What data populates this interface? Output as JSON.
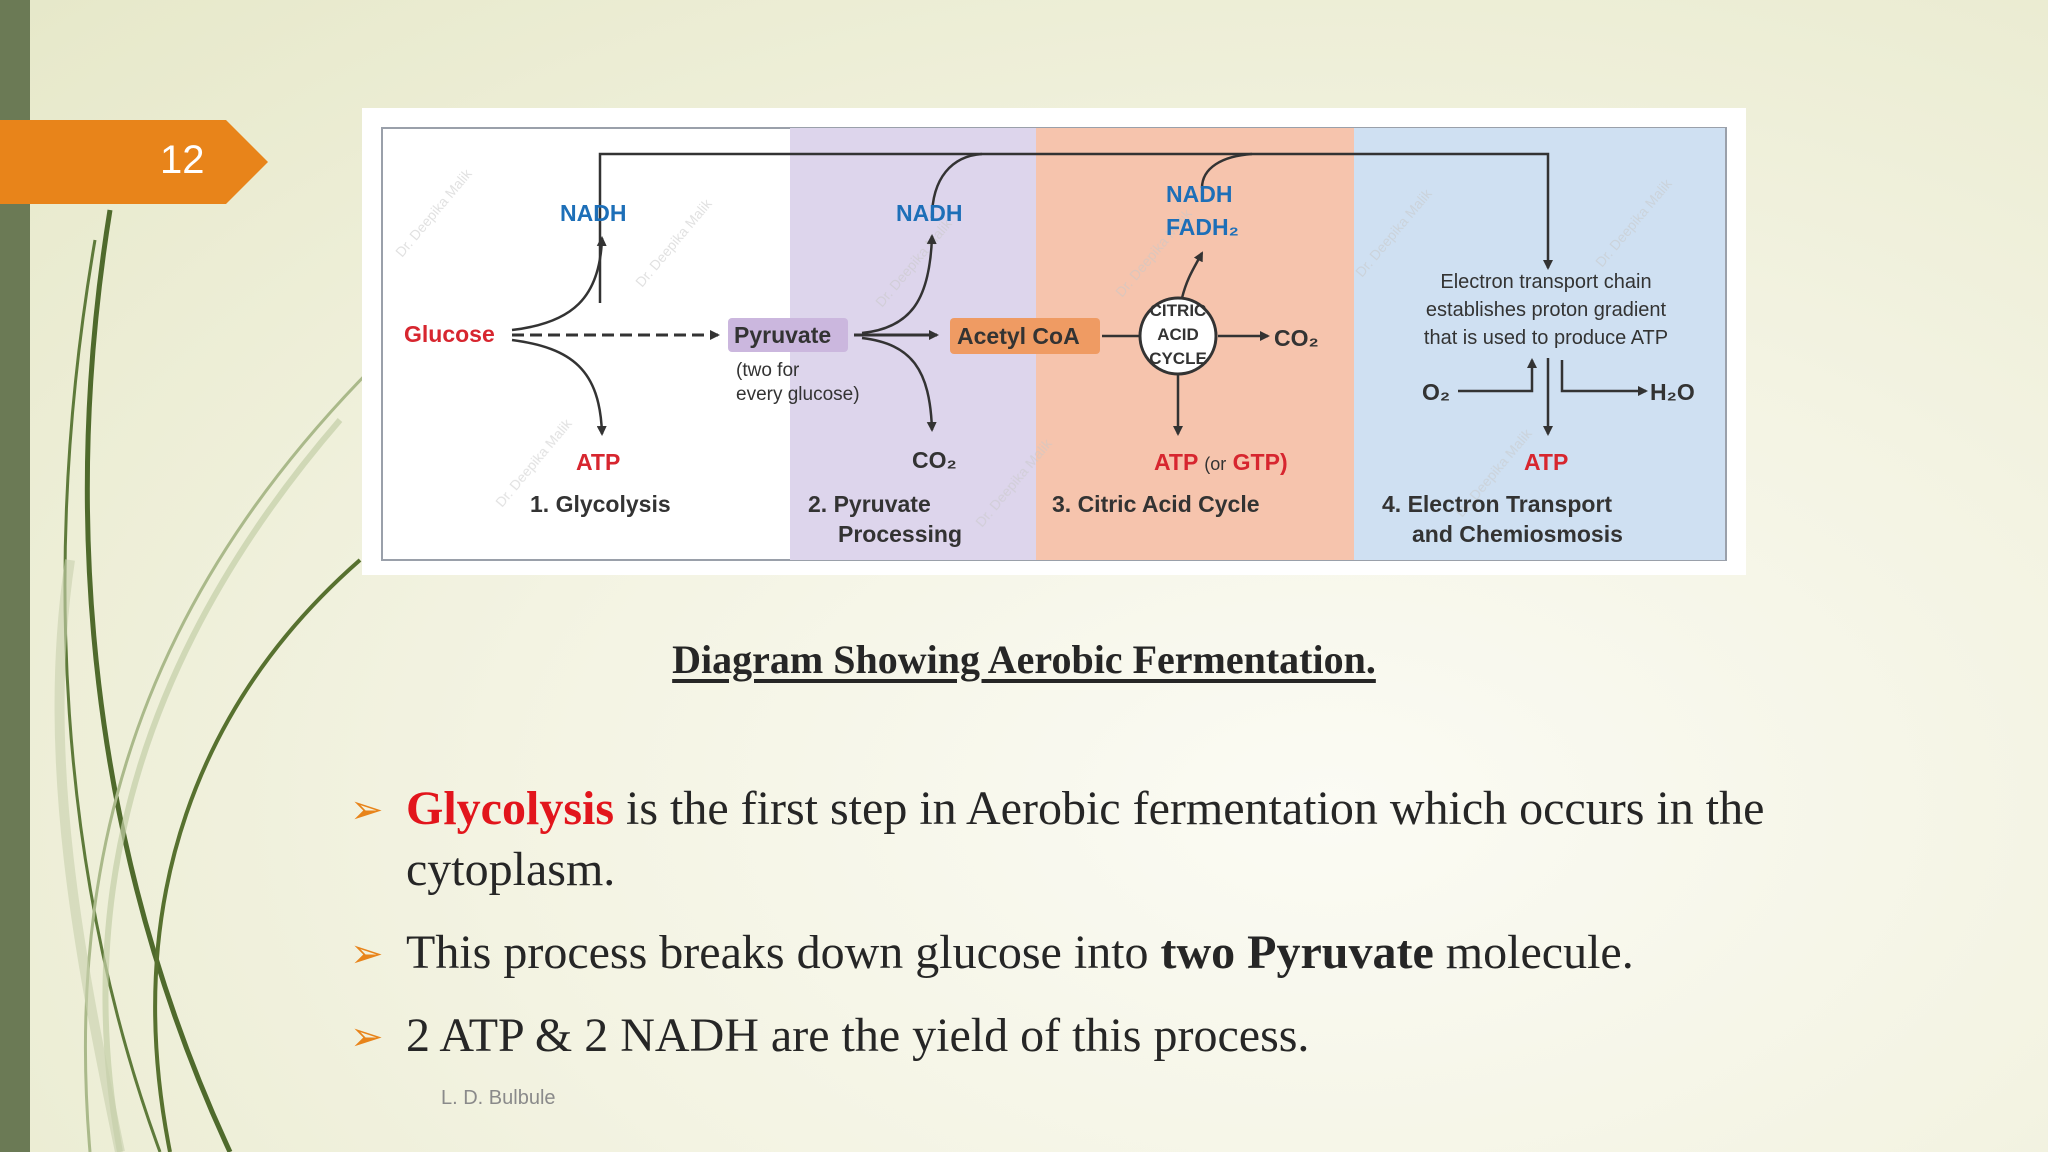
{
  "slide": {
    "number": "12",
    "footer": "L. D. Bulbule",
    "caption": "Diagram Showing Aerobic Fermentation.",
    "colors": {
      "accent": "#e8841a",
      "sidebar": "#6b7a55",
      "highlight_red": "#e2151c"
    }
  },
  "diagram": {
    "glucose": "Glucose",
    "nadh_1": "NADH",
    "atp_1": "ATP",
    "stage_1": "1. Glycolysis",
    "pyruvate": "Pyruvate",
    "pyruvate_note_1": "(two for",
    "pyruvate_note_2": "every glucose)",
    "nadh_2": "NADH",
    "co2_2": "CO₂",
    "stage_2_line1": "2. Pyruvate",
    "stage_2_line2": "Processing",
    "acetyl_coa": "Acetyl CoA",
    "nadh_3": "NADH",
    "fadh2": "FADH₂",
    "cycle_1": "CITRIC",
    "cycle_2": "ACID",
    "cycle_3": "CYCLE",
    "co2_3": "CO₂",
    "atp_3": "ATP",
    "atp_3_or": "(or",
    "atp_3_gtp": "GTP)",
    "stage_3": "3. Citric Acid Cycle",
    "etc_1": "Electron transport chain",
    "etc_2": "establishes proton gradient",
    "etc_3": "that is used to produce ATP",
    "o2": "O₂",
    "h2o": "H₂O",
    "atp_4": "ATP",
    "stage_4_line1": "4. Electron Transport",
    "stage_4_line2": "and Chemiosmosis",
    "watermark": "Dr. Deepika Malik"
  },
  "bullets": [
    {
      "highlight": "Glycolysis",
      "text": " is the first step in Aerobic fermentation which occurs in the cytoplasm."
    },
    {
      "pre": "This process breaks down glucose into ",
      "bold": "two Pyruvate",
      "post": " molecule."
    },
    {
      "text": "2 ATP & 2 NADH are the yield of this process."
    }
  ]
}
